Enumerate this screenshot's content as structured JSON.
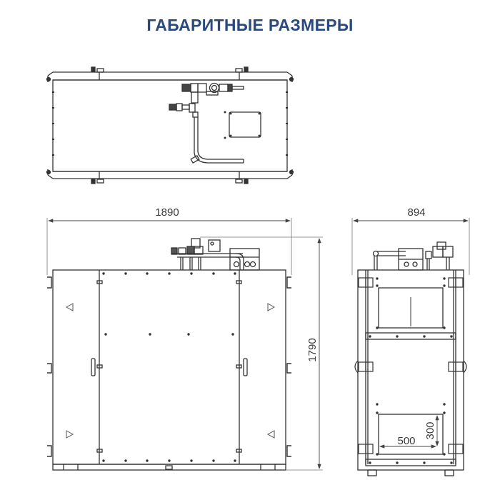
{
  "title": "ГАБАРИТНЫЕ РАЗМЕРЫ",
  "colors": {
    "title": "#2a4a7e",
    "line": "#333333",
    "dim_line": "#555555",
    "background": "#ffffff"
  },
  "views": {
    "top": {
      "name": "top-view"
    },
    "front": {
      "name": "front-view",
      "width_label": "1890",
      "height_label": "1790"
    },
    "side": {
      "name": "side-view",
      "width_label": "894",
      "opening_width_label": "500",
      "opening_height_label": "300"
    }
  }
}
